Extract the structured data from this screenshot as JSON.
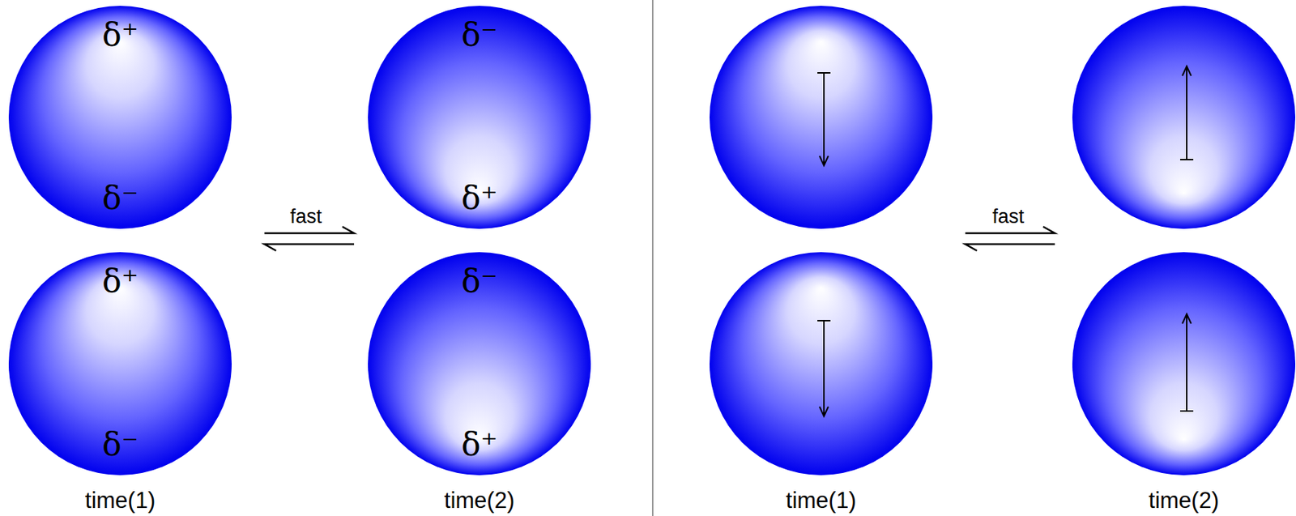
{
  "diagram": {
    "nodes": [
      {
        "text": [
          "δ⁺",
          "δ⁻"
        ]
      },
      {
        "text": [
          "δ⁻",
          "δ⁺"
        ]
      },
      {
        "text": [
          "δ⁺",
          "δ⁻"
        ]
      },
      {
        "text": [
          "δ⁻",
          "δ⁺"
        ]
      }
    ],
    "labels": [
      "fast",
      "time(1)",
      "time(2)",
      "fast",
      "time(1)",
      "time(2)"
    ]
  }
}
